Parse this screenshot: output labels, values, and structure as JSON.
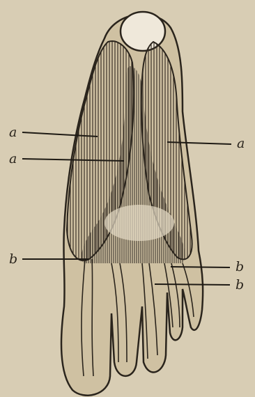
{
  "figure": {
    "background": "#d8cdb4",
    "ink": "#2a241c",
    "labels": {
      "a_left_upper": "a",
      "a_left_lower": "a",
      "a_right": "a",
      "b_left": "b",
      "b_right_upper": "b",
      "b_right_lower": "b"
    }
  }
}
